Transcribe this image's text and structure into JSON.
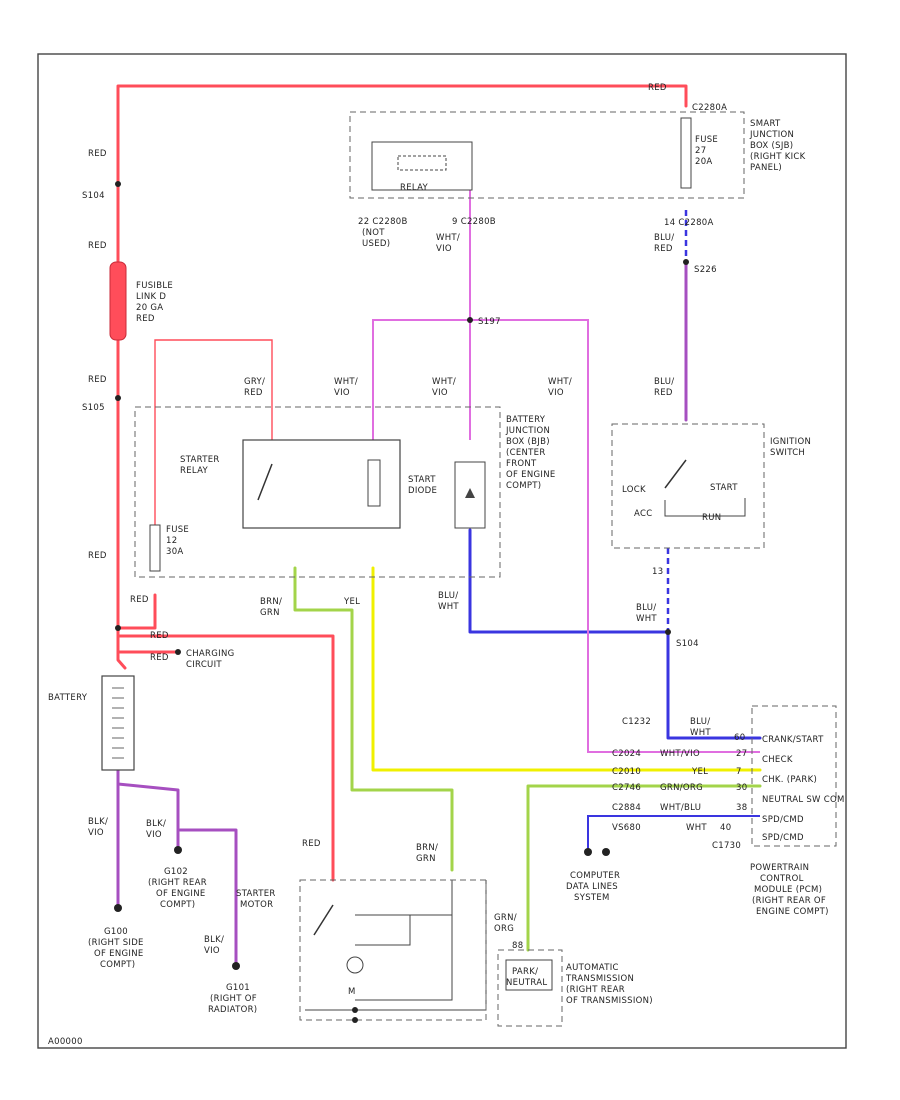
{
  "colors": {
    "red": "#ff4d5a",
    "pink": "#e06ee0",
    "violet": "#a64fc0",
    "blue": "#3a35e0",
    "yellow": "#f0f000",
    "green": "#a3d44a",
    "gray": "#9a9a9a"
  },
  "labels": {
    "red_top": "RED",
    "sjb_c2280a": "C2280A",
    "sjb_name": "SMART JUNCTION BOX (SJB) (RIGHT KICK PANEL)",
    "fuse_27": "FUSE 27 20A",
    "c2280a_14": "14 C2280A",
    "blu_red_1": "BLU/ RED",
    "s226": "S226",
    "blu_red_2": "BLU/ RED",
    "ignition_switch": "IGNITION SWITCH",
    "lock": "LOCK",
    "start_pos": "START",
    "acc": "ACC",
    "run": "RUN",
    "ign_13": "13",
    "blu_wht_1": "BLU/ WHT",
    "s104": "S104",
    "relay_box": "RELAY",
    "c2280b_22": "22 C2280B",
    "c2280b_9": "9 C2280B",
    "wht_vio_1": "WHT/ VIO",
    "wht_vio_top": "WHT/ VIO",
    "s197": "S197",
    "wht_vio_2": "WHT/ VIO",
    "wht_vio_3": "WHT/ VIO",
    "wht_vio_4": "WHT/ VIO",
    "bjb_name": "BATTERY JUNCTION BOX (BJB) (CENTER FRONT OF ENGINE COMPT)",
    "gry_red": "GRY/ RED",
    "starter_relay": "STARTER RELAY",
    "start_diode": "START DIODE",
    "fuse_12": "FUSE 12 30A",
    "brn_grn_1": "BRN/ GRN",
    "yel_1": "YEL",
    "blu_wht_2": "BLU/ WHT",
    "blu_wht_3": "BLU/ WHT",
    "red_s104": "RED",
    "s104_label": "S104",
    "red_1": "RED",
    "fusible_link": "FUSIBLE LINK D 20 GA RED",
    "red_2": "RED",
    "s105": "S105",
    "red_3": "RED",
    "red_4": "RED",
    "red_5": "RED",
    "charging": "CHARGING CIRCUIT",
    "battery": "BATTERY",
    "blk_vio_1": "BLK/ VIO",
    "blk_vio_2": "BLK/ VIO",
    "g102": "G102 (RIGHT REAR OF ENGINE COMPT)",
    "g100": "G100 (RIGHT SIDE OF ENGINE COMPT)",
    "blk_vio_3": "BLK/ VIO",
    "g101": "G101 (RIGHT OF RADIATOR)",
    "starter_motor": "STARTER MOTOR",
    "red_starter": "RED",
    "brn_grn_2": "BRN/ GRN",
    "m_label": "M",
    "pcm_c1232": "C1232",
    "pcm_rows": [
      {
        "conn": "C1232",
        "wire": "BLU/ WHT",
        "pin": "60",
        "func": "CRANK/START"
      },
      {
        "conn": "C2024",
        "wire": "WHT/VIO",
        "pin": "27",
        "func": "CHECK"
      },
      {
        "conn": "C2010",
        "wire": "YEL",
        "pin": "7",
        "func": "CHK. (PARK)"
      },
      {
        "conn": "C2746",
        "wire": "GRN/ORG",
        "pin": "30",
        "func": "NEUTRAL SW COM"
      },
      {
        "conn": "C2884",
        "wire": "WHT/BLU",
        "pin": "38",
        "func": "SPD/CMD"
      },
      {
        "conn": "VS680",
        "wire": "WHT",
        "pin": "40",
        "func": "SPD/CMD"
      }
    ],
    "c1730": "C1730",
    "pcm_name": "POWERTRAIN CONTROL MODULE (PCM) (RIGHT REAR OF ENGINE COMPT)",
    "computer_data": "COMPUTER DATA LINES SYSTEM",
    "grn": "GRN/ ORG",
    "park_neutral": "PARK/ NEUTRAL",
    "trans_name": "AUTOMATIC TRANSMISSION (RIGHT REAR OF TRANSMISSION)",
    "pin_88": "88",
    "footer_code": "A00000"
  }
}
